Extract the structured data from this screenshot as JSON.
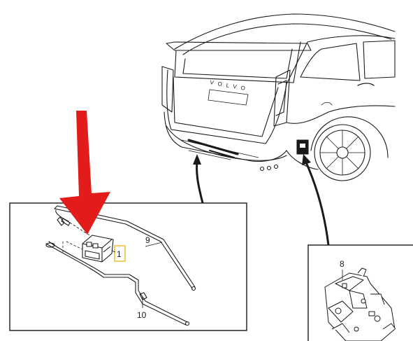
{
  "diagram": {
    "callouts": [
      {
        "id": "part-1",
        "label": "1"
      },
      {
        "id": "part-8",
        "label": "8"
      },
      {
        "id": "part-9",
        "label": "9"
      },
      {
        "id": "part-10",
        "label": "10"
      }
    ],
    "badge_text": "VOLVO",
    "colors": {
      "line": "#1a1a1a",
      "arrow": "#e21b1b",
      "callout_box": "#e7b200",
      "background": "#ffffff"
    },
    "icons": {
      "indicator": "red-down-arrow-icon",
      "car": "suv-rear-view-icon",
      "module": "control-module-icon",
      "latch": "tailgate-latch-icon"
    }
  }
}
